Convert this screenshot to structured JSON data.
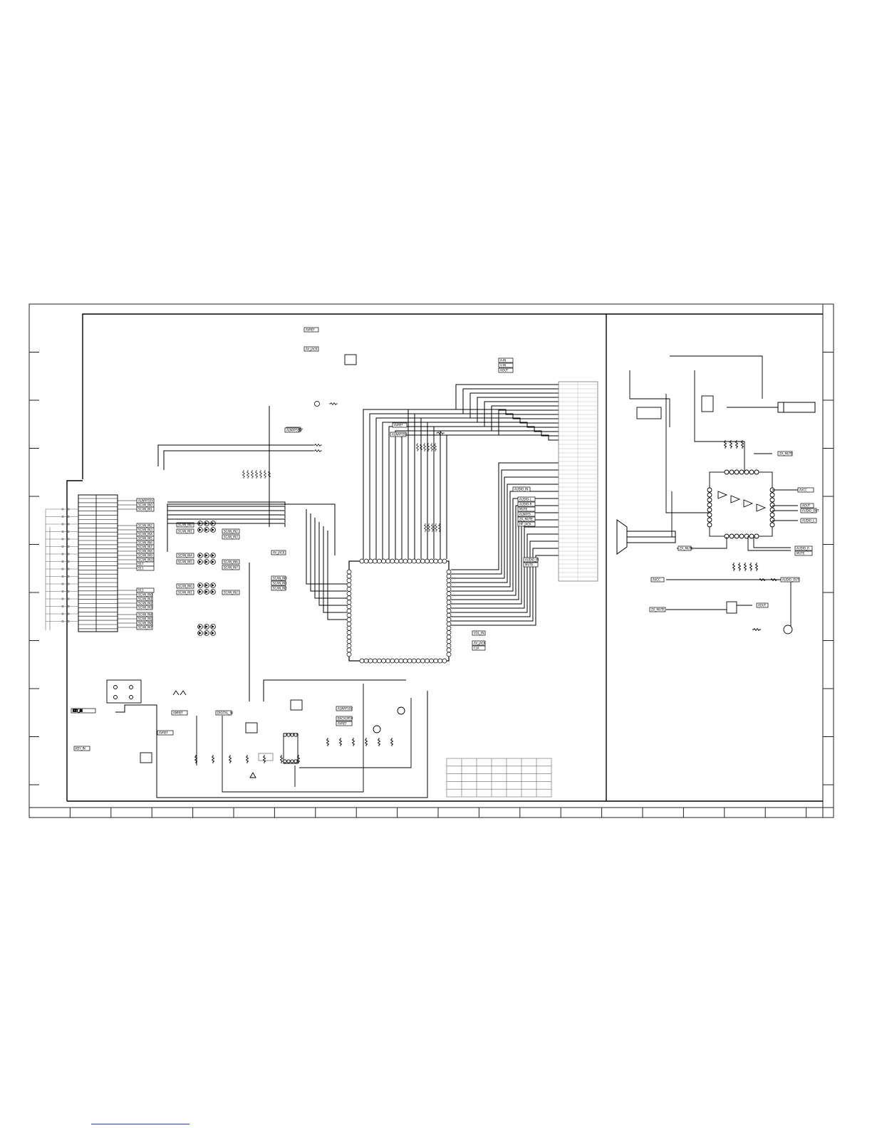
{
  "schematic": {
    "net_labels_center": [
      "AVREF",
      "AV_JACK",
      "ALWAYS5V",
      "AVREF",
      "ALWAYS5V",
      "A-IN",
      "V-IN",
      "AOUT"
    ],
    "net_labels_right_block": [
      "AUDIO_IN",
      "AUDIO-L",
      "AUDIO-R",
      "MUTE",
      "ALWAYS",
      "ZA_MUTE",
      "HP_JACK"
    ],
    "net_labels_ic_right": [
      "VOL_IN",
      "AV_JACK",
      "CLK"
    ],
    "net_labels_bottom": [
      "AMREF",
      "DIGITAL_IN",
      "AVREF",
      "ALWAYS5V",
      "BACKUP5V",
      "AVREF",
      "KEY_IN"
    ],
    "net_labels_amp": [
      "AVCC",
      "ZA_MUTE",
      "AOUT",
      "AUDIO_OUT",
      "AUDIO_L",
      "AUDIO_R",
      "MUTE",
      "ZA_MUTE",
      "AUDIO_OUT"
    ],
    "scan_labels": [
      "SCAN_IN0",
      "SCAN_IN1",
      "SCAN_IN2",
      "SCAN_IN3",
      "SCAN_IN4",
      "SCAN_IN5",
      "SCAN_IN6",
      "SCAN_IN7"
    ],
    "connector_labels_left": [
      "ALWAYS5V",
      "SCAN_IN0",
      "SCAN_IN1",
      "SCAN_IN2",
      "SCAN_IN3",
      "SCAN_IN4",
      "SCAN_IN5",
      "SCAN_IN6",
      "SCAN_IN7",
      "SCAN_IN8",
      "SCAN_IN9",
      "SCAN_IN10",
      "S17",
      "S11",
      "S12"
    ],
    "grid_columns": 19,
    "grid_rows": 10,
    "table_rows": 5,
    "table_cols": 7
  },
  "colors": {
    "ink": "#000000",
    "frame": "#222222",
    "faint": "#9a9a9a",
    "footer_rule": "#1a3fc4"
  }
}
